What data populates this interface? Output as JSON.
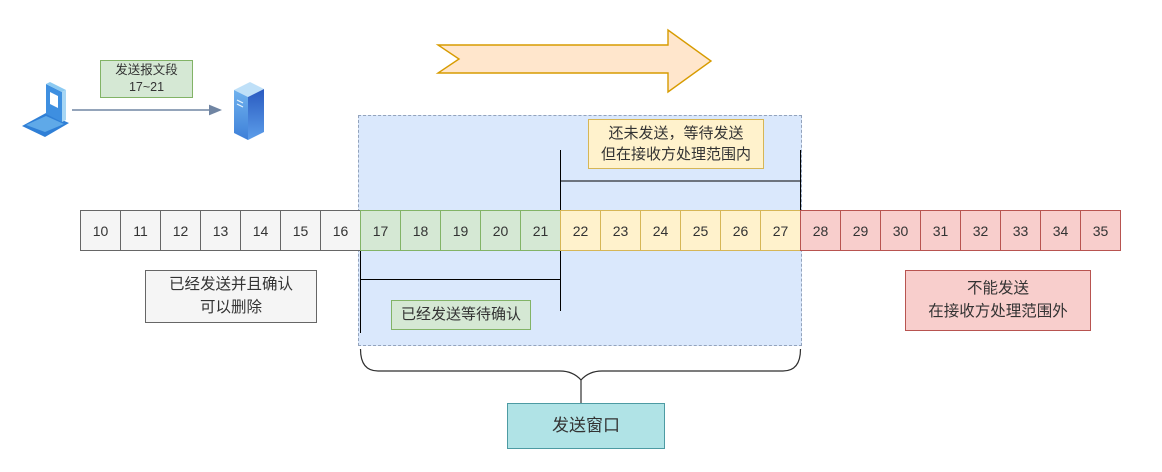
{
  "diagram": {
    "title_semantic": "TCP send window sliding diagram",
    "transfer_label": {
      "line1": "发送报文段",
      "line2": "17~21"
    },
    "labels": {
      "acked": {
        "line1": "已经发送并且确认",
        "line2": "可以删除"
      },
      "sent_unacked": "已经发送等待确认",
      "usable": {
        "line1": "还未发送，等待发送",
        "line2": "但在接收方处理范围内"
      },
      "blocked": {
        "line1": "不能发送",
        "line2": "在接收方处理范围外"
      },
      "send_window": "发送窗口"
    },
    "sequence": {
      "groups": [
        {
          "id": "acked",
          "meaning": "已经发送并且确认 可以删除",
          "fill": "#F5F5F5",
          "stroke": "#666666",
          "cells": [
            "10",
            "11",
            "12",
            "13",
            "14",
            "15",
            "16"
          ]
        },
        {
          "id": "sent-unacked",
          "meaning": "已经发送等待确认",
          "fill": "#D5E8D4",
          "stroke": "#82B366",
          "cells": [
            "17",
            "18",
            "19",
            "20",
            "21"
          ]
        },
        {
          "id": "usable",
          "meaning": "还未发送，等待发送 但在接收方处理范围内",
          "fill": "#FFF2CC",
          "stroke": "#D6B656",
          "cells": [
            "22",
            "23",
            "24",
            "25",
            "26",
            "27"
          ]
        },
        {
          "id": "blocked",
          "meaning": "不能发送 在接收方处理范围外",
          "fill": "#F8CECC",
          "stroke": "#B85450",
          "cells": [
            "28",
            "29",
            "30",
            "31",
            "32",
            "33",
            "34",
            "35"
          ]
        }
      ]
    },
    "colors": {
      "window_fill": "#DAE8FC",
      "window_border_dashed": "#93A3BC",
      "flow_arrow_fill": "#FFE6CC",
      "flow_arrow_stroke": "#D79B00",
      "send_window_fill": "#B0E3E6",
      "send_window_stroke": "#4D9BA3",
      "connector_stroke": "#7085A3",
      "marker_line": "#000000"
    }
  }
}
